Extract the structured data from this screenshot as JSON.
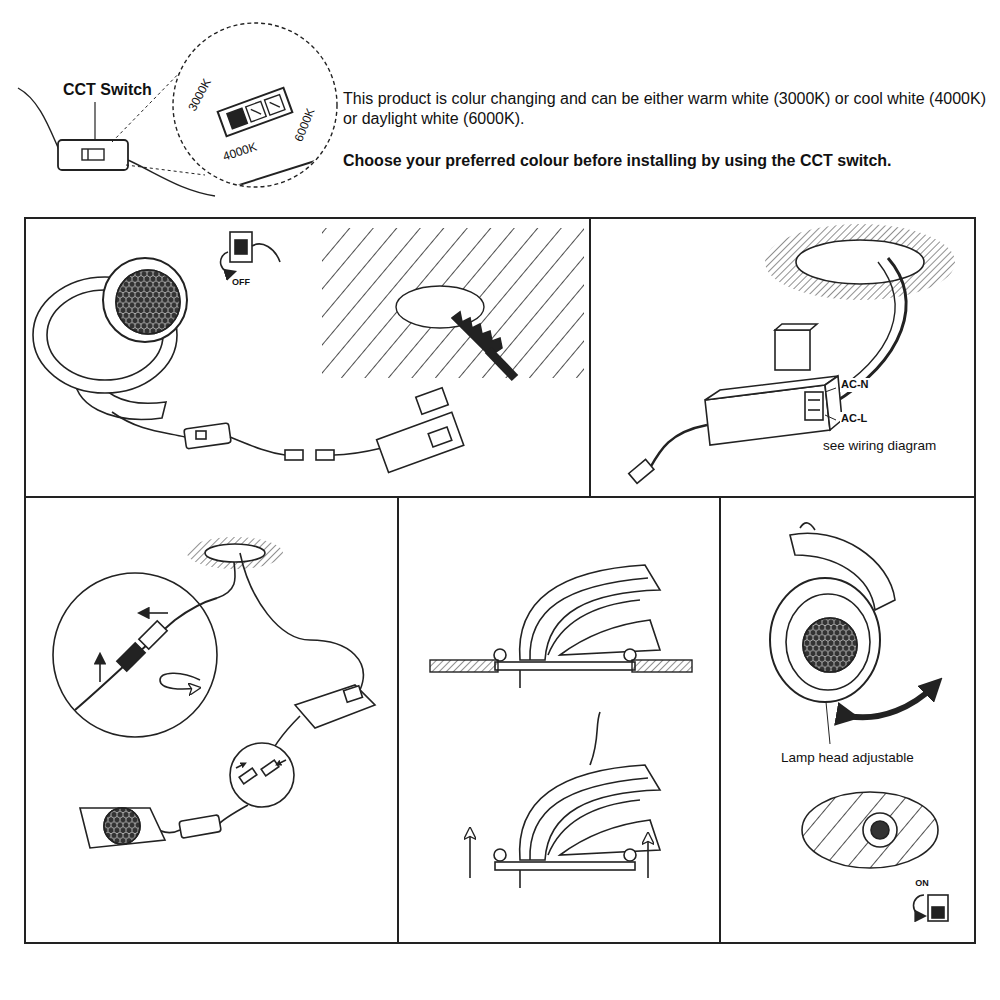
{
  "diagram": {
    "labels": [
      "CCT Switch",
      "3000K",
      "4000K",
      "6000K",
      "This product is colur changing and can be either warm white (3000K) or cool white (4000K) or daylight white (6000K).",
      "Choose your preferred colour before installing by using the CCT switch.",
      "OFF",
      "AC-N",
      "AC-L",
      "see wiring diagram",
      "Lamp head adjustable",
      "ON"
    ]
  }
}
